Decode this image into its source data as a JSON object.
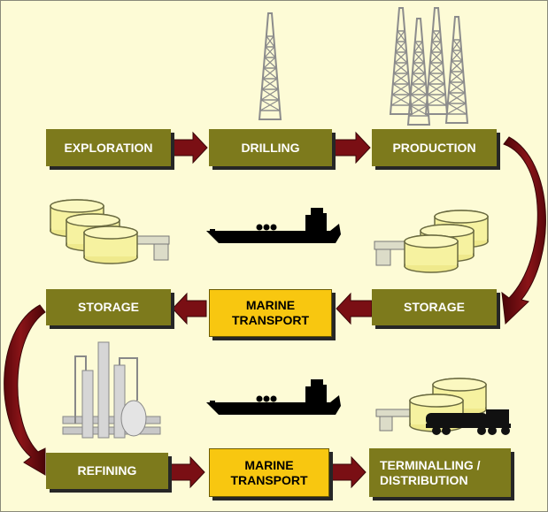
{
  "stages": {
    "exploration": "EXPLORATION",
    "drilling": "DRILLING",
    "production": "PRODUCTION",
    "storage_right": "STORAGE",
    "marine_transport_1": "MARINE\nTRANSPORT",
    "storage_left": "STORAGE",
    "refining": "REFINING",
    "marine_transport_2": "MARINE\nTRANSPORT",
    "terminalling": "TERMINALLING /\nDISTRIBUTION"
  },
  "colors": {
    "background": "#fdfbd6",
    "stage_box": "#7d7a1c",
    "transport_box": "#f8c710",
    "arrow": "#7a0f14",
    "tank": "#f7f3a0",
    "ship": "#000000",
    "rig": "#888888"
  },
  "icons": [
    "drilling-rig-icon",
    "oil-field-rigs-icon",
    "storage-tanks-icon",
    "tanker-ship-icon",
    "refinery-icon",
    "tanker-truck-icon"
  ]
}
